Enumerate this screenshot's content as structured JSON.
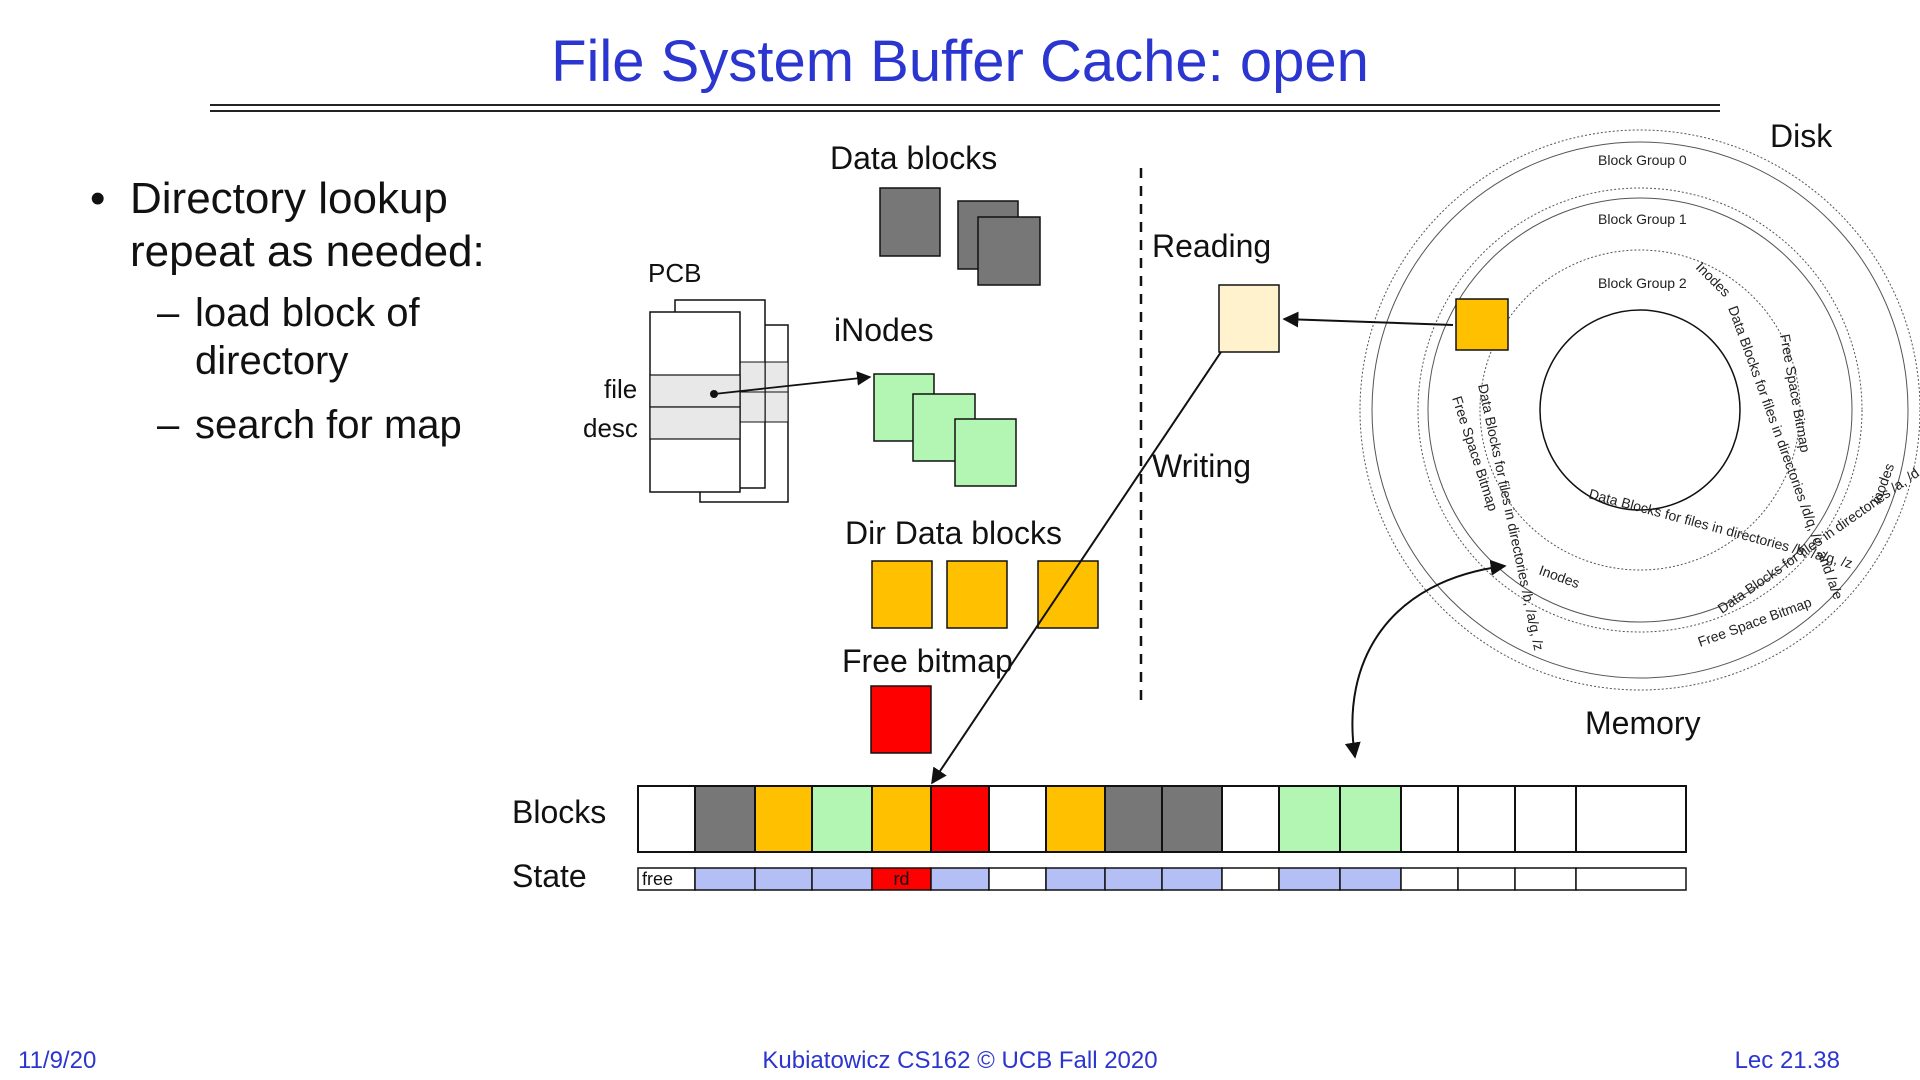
{
  "slide": {
    "title": "File System Buffer Cache: open",
    "bullet": {
      "line1": "Directory lookup",
      "line2": "repeat as needed:"
    },
    "subbullets": [
      {
        "line1": "load block of",
        "line2": "directory"
      },
      {
        "line1": "search for map",
        "line2": ""
      }
    ],
    "dash": "–",
    "dot": "•"
  },
  "diagram": {
    "labels": {
      "data_blocks": "Data blocks",
      "pcb": "PCB",
      "inodes": "iNodes",
      "file": "file",
      "desc": "desc",
      "dir_data_blocks": "Dir Data blocks",
      "free_bitmap": "Free bitmap",
      "reading": "Reading",
      "writing": "Writing",
      "disk": "Disk",
      "memory": "Memory",
      "blocks": "Blocks",
      "state": "State"
    },
    "disk_text": {
      "group0": "Block Group 0",
      "group1": "Block Group 1",
      "group2": "Block Group 2",
      "inodes": "Inodes",
      "free_space_bitmap": "Free Space Bitmap",
      "data_b_a_g_z": "Data Blocks for files in directories /b, /a/g, /z",
      "data_d_q": "Data Blocks for files in directories /d/q, /c, and /a/e",
      "data_a_d_b_c": "Data Blocks for files in directories /a, /d, and /b/c"
    },
    "colors": {
      "data": "#777777",
      "inode": "#b3f5b3",
      "dir": "#ffc000",
      "bitmap": "#ff0000",
      "reading": "#fff2cc",
      "state_busy": "#b4c0f5",
      "state_rd": "#ff0000",
      "title": "#2b35cf"
    },
    "memory_blocks": [
      "empty",
      "data",
      "dir",
      "inode",
      "dir",
      "bitmap",
      "empty",
      "dir",
      "data",
      "data",
      "empty",
      "inode",
      "inode",
      "empty",
      "empty",
      "empty",
      "empty"
    ],
    "state_cells": [
      "free",
      "busy",
      "busy",
      "busy",
      "rd",
      "busy",
      "empty",
      "busy",
      "busy",
      "busy",
      "empty",
      "busy",
      "busy",
      "empty",
      "empty",
      "empty",
      "empty"
    ],
    "state_text": {
      "free": "free",
      "rd": "rd"
    }
  },
  "footer": {
    "date": "11/9/20",
    "course": "Kubiatowicz CS162 © UCB Fall 2020",
    "lecture": "Lec 21.38"
  }
}
